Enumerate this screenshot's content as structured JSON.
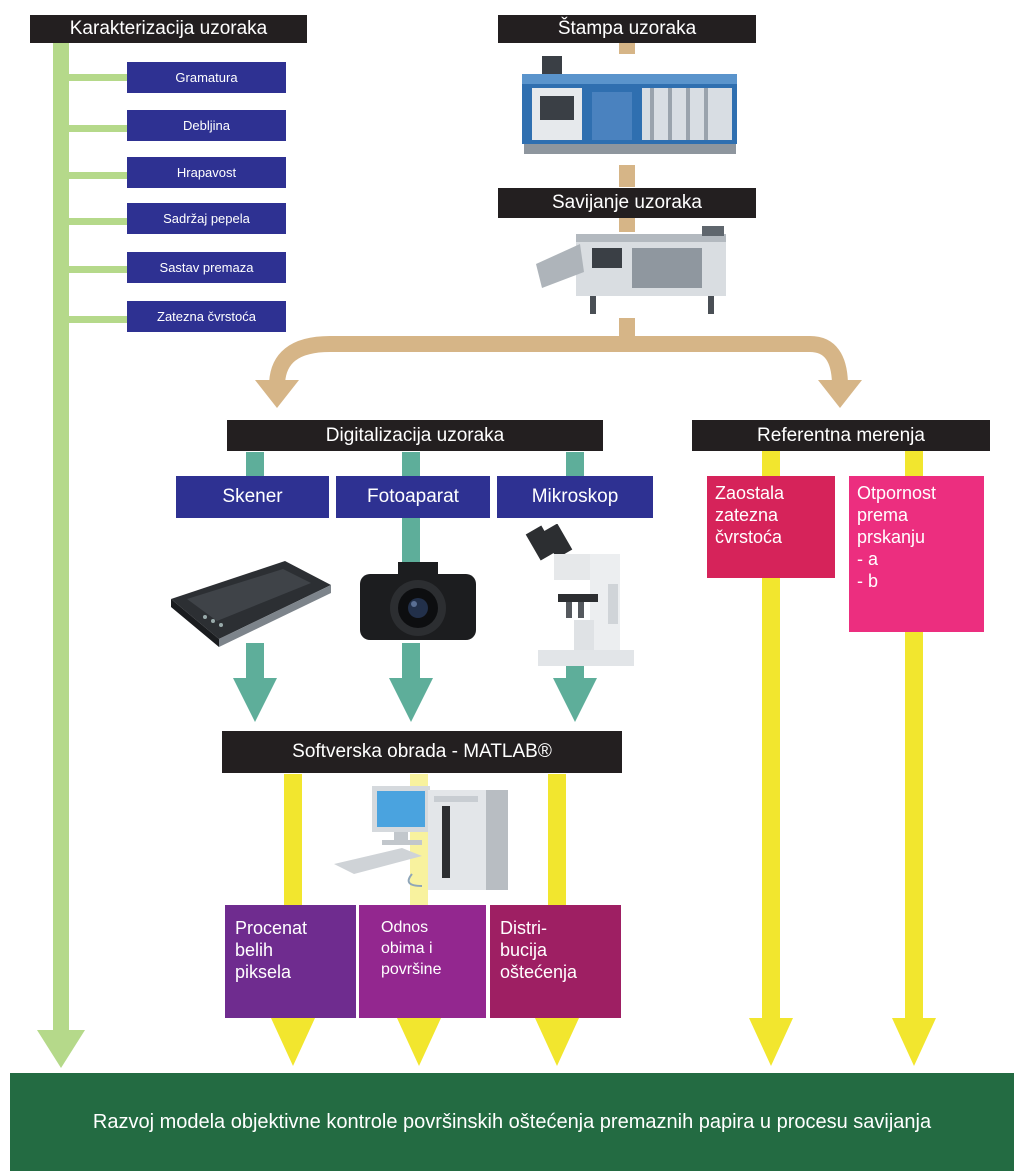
{
  "headers": {
    "characterization": "Karakterizacija uzoraka",
    "printing": "Štampa uzoraka",
    "folding": "Savijanje uzoraka",
    "digitalization": "Digitalizacija uzoraka",
    "reference": "Referentna merenja",
    "software": "Softverska obrada - MATLAB®"
  },
  "properties": [
    "Gramatura",
    "Debljina",
    "Hrapavost",
    "Sadržaj pepela",
    "Sastav premaza",
    "Zatezna čvrstoća"
  ],
  "devices": [
    "Skener",
    "Fotoaparat",
    "Mikroskop"
  ],
  "reference_results": [
    "Zaostala\nzatezna\nčvrstoća",
    "Otpornost\nprema\nprskanju\n- a\n- b"
  ],
  "analysis_results": [
    "Procenat\nbelih\npiksela",
    "Odnos\nobima i\npovršine",
    "Distri-\nbucija\noštećenja"
  ],
  "conclusion": "Razvoj modela objektivne kontrole površinskih oštećenja premaznih papira u procesu savijanja",
  "colors": {
    "header_bg": "#231f20",
    "navy": "#2e3192",
    "light_green": "#b5d98a",
    "tan": "#d6b587",
    "teal": "#5eae9a",
    "yellow": "#f2e62e",
    "crimson": "#d6235a",
    "pink": "#ec2e7f",
    "violet": "#6f2c8f",
    "purple": "#93278f",
    "plum": "#9e1f63",
    "final_green": "#236b42"
  }
}
